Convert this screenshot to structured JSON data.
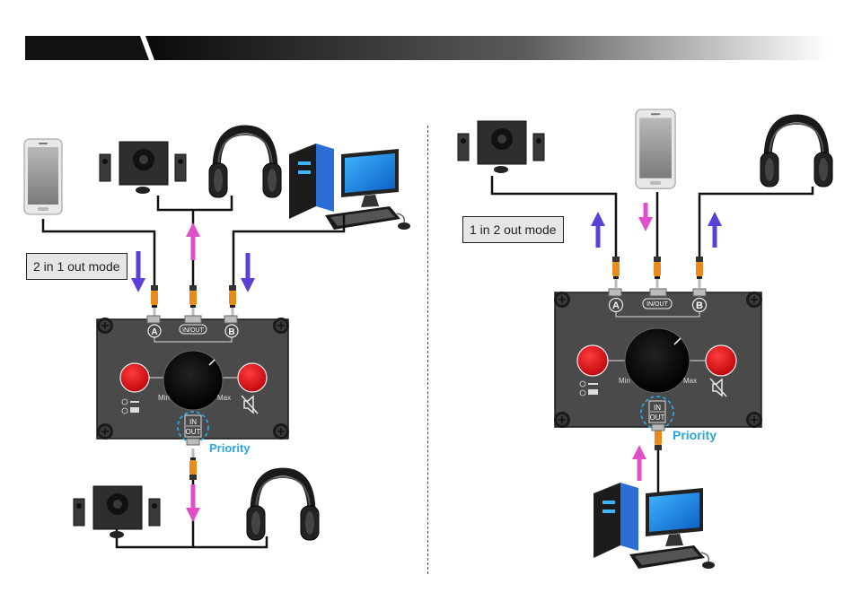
{
  "left_panel": {
    "mode_label": "2 in 1 out mode",
    "port_a": "A",
    "port_b": "B",
    "port_inout": "IN/OUT",
    "knob_min": "Min",
    "knob_max": "Max",
    "bottom_port": {
      "top": "IN",
      "bottom": "OUT"
    },
    "priority": "Priority"
  },
  "right_panel": {
    "mode_label": "1 in 2 out mode",
    "port_a": "A",
    "port_b": "B",
    "port_inout": "IN/OUT",
    "knob_min": "Min",
    "knob_max": "Max",
    "bottom_port": {
      "top": "IN",
      "bottom": "OUT"
    },
    "priority": "Priority"
  },
  "colors": {
    "arrow_input": "#5b3fd6",
    "arrow_output": "#e04fc8",
    "priority": "#2aa6e0",
    "button_red": "#e8141c",
    "box_body": "#4a4a4a",
    "plug_orange": "#e88a1c"
  },
  "icons": [
    "smartphone-icon",
    "speakers-icon",
    "headphones-icon",
    "desktop-computer-icon",
    "mute-icon",
    "red-button-icon",
    "volume-knob-icon",
    "audio-plug-icon"
  ]
}
